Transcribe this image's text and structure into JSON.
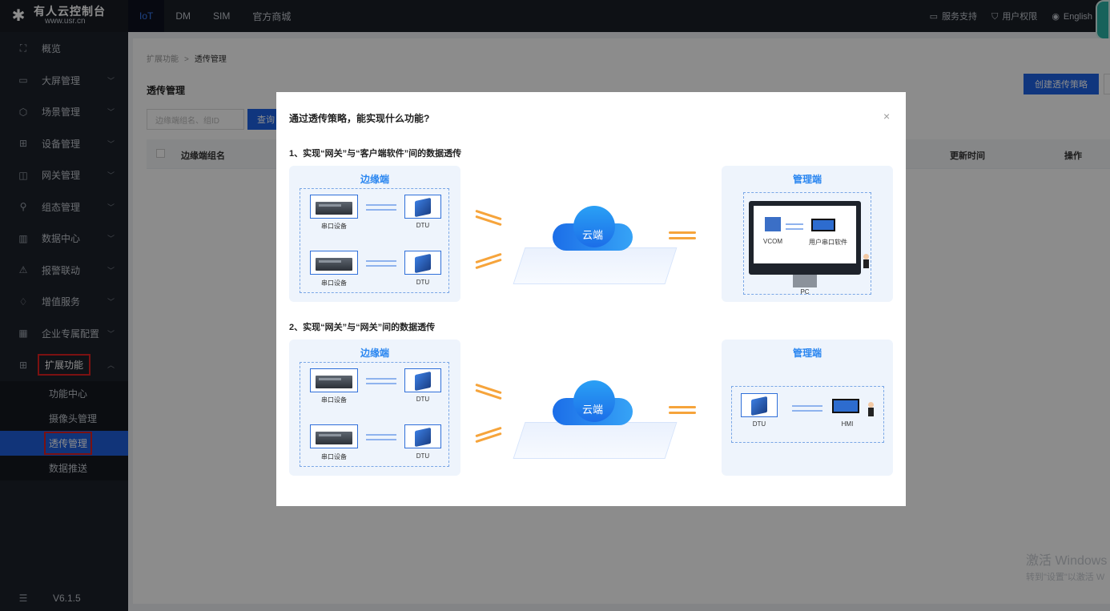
{
  "sidebar": {
    "logo_title": "有人云控制台",
    "logo_url": "www.usr.cn",
    "items": [
      {
        "label": "概览",
        "icon": "dashboard-icon",
        "expand": false
      },
      {
        "label": "大屏管理",
        "icon": "screen-icon",
        "expand": true
      },
      {
        "label": "场景管理",
        "icon": "scene-icon",
        "expand": true
      },
      {
        "label": "设备管理",
        "icon": "device-icon",
        "expand": true
      },
      {
        "label": "网关管理",
        "icon": "gateway-icon",
        "expand": true
      },
      {
        "label": "组态管理",
        "icon": "config-icon",
        "expand": true
      },
      {
        "label": "数据中心",
        "icon": "data-center-icon",
        "expand": true
      },
      {
        "label": "报警联动",
        "icon": "alarm-icon",
        "expand": true
      },
      {
        "label": "增值服务",
        "icon": "diamond-icon",
        "expand": true
      },
      {
        "label": "企业专属配置",
        "icon": "enterprise-icon",
        "expand": true
      },
      {
        "label": "扩展功能",
        "icon": "extension-icon",
        "expand": true
      }
    ],
    "submenu": [
      "功能中心",
      "摄像头管理",
      "透传管理",
      "数据推送"
    ],
    "version": "V6.1.5"
  },
  "topbar": {
    "tabs": [
      "IoT",
      "DM",
      "SIM",
      "官方商城"
    ],
    "right": [
      "服务支持",
      "用户权限",
      "English"
    ]
  },
  "content": {
    "breadcrumb": [
      "扩展功能",
      "透传管理"
    ],
    "title": "透传管理",
    "create_button": "创建透传策略",
    "search_placeholder": "边缘端组名、组ID",
    "query_button": "查询",
    "columns": {
      "name": "边缘端组名",
      "time": "更新时间",
      "op": "操作"
    },
    "watermark": {
      "title": "激活 Windows",
      "sub": "转到\"设置\"以激活 W"
    }
  },
  "modal": {
    "title": "通过透传策略，能实现什么功能?",
    "close": "×",
    "section1": {
      "title": "1、实现“网关”与“客户端软件”间的数据透传",
      "edge_title": "边缘端",
      "mgmt_title": "管理端",
      "cloud": "云端",
      "dev_label": "串口设备",
      "dtu_label": "DTU",
      "vcom_label": "VCOM",
      "software_label": "用户串口软件",
      "pc_label": "PC"
    },
    "section2": {
      "title": "2、实现“网关”与“网关”间的数据透传",
      "edge_title": "边缘端",
      "mgmt_title": "管理端",
      "cloud": "云端",
      "dev_label": "串口设备",
      "dtu_label": "DTU",
      "mgmt_dtu_label": "DTU",
      "hmi_label": "HMI"
    }
  }
}
